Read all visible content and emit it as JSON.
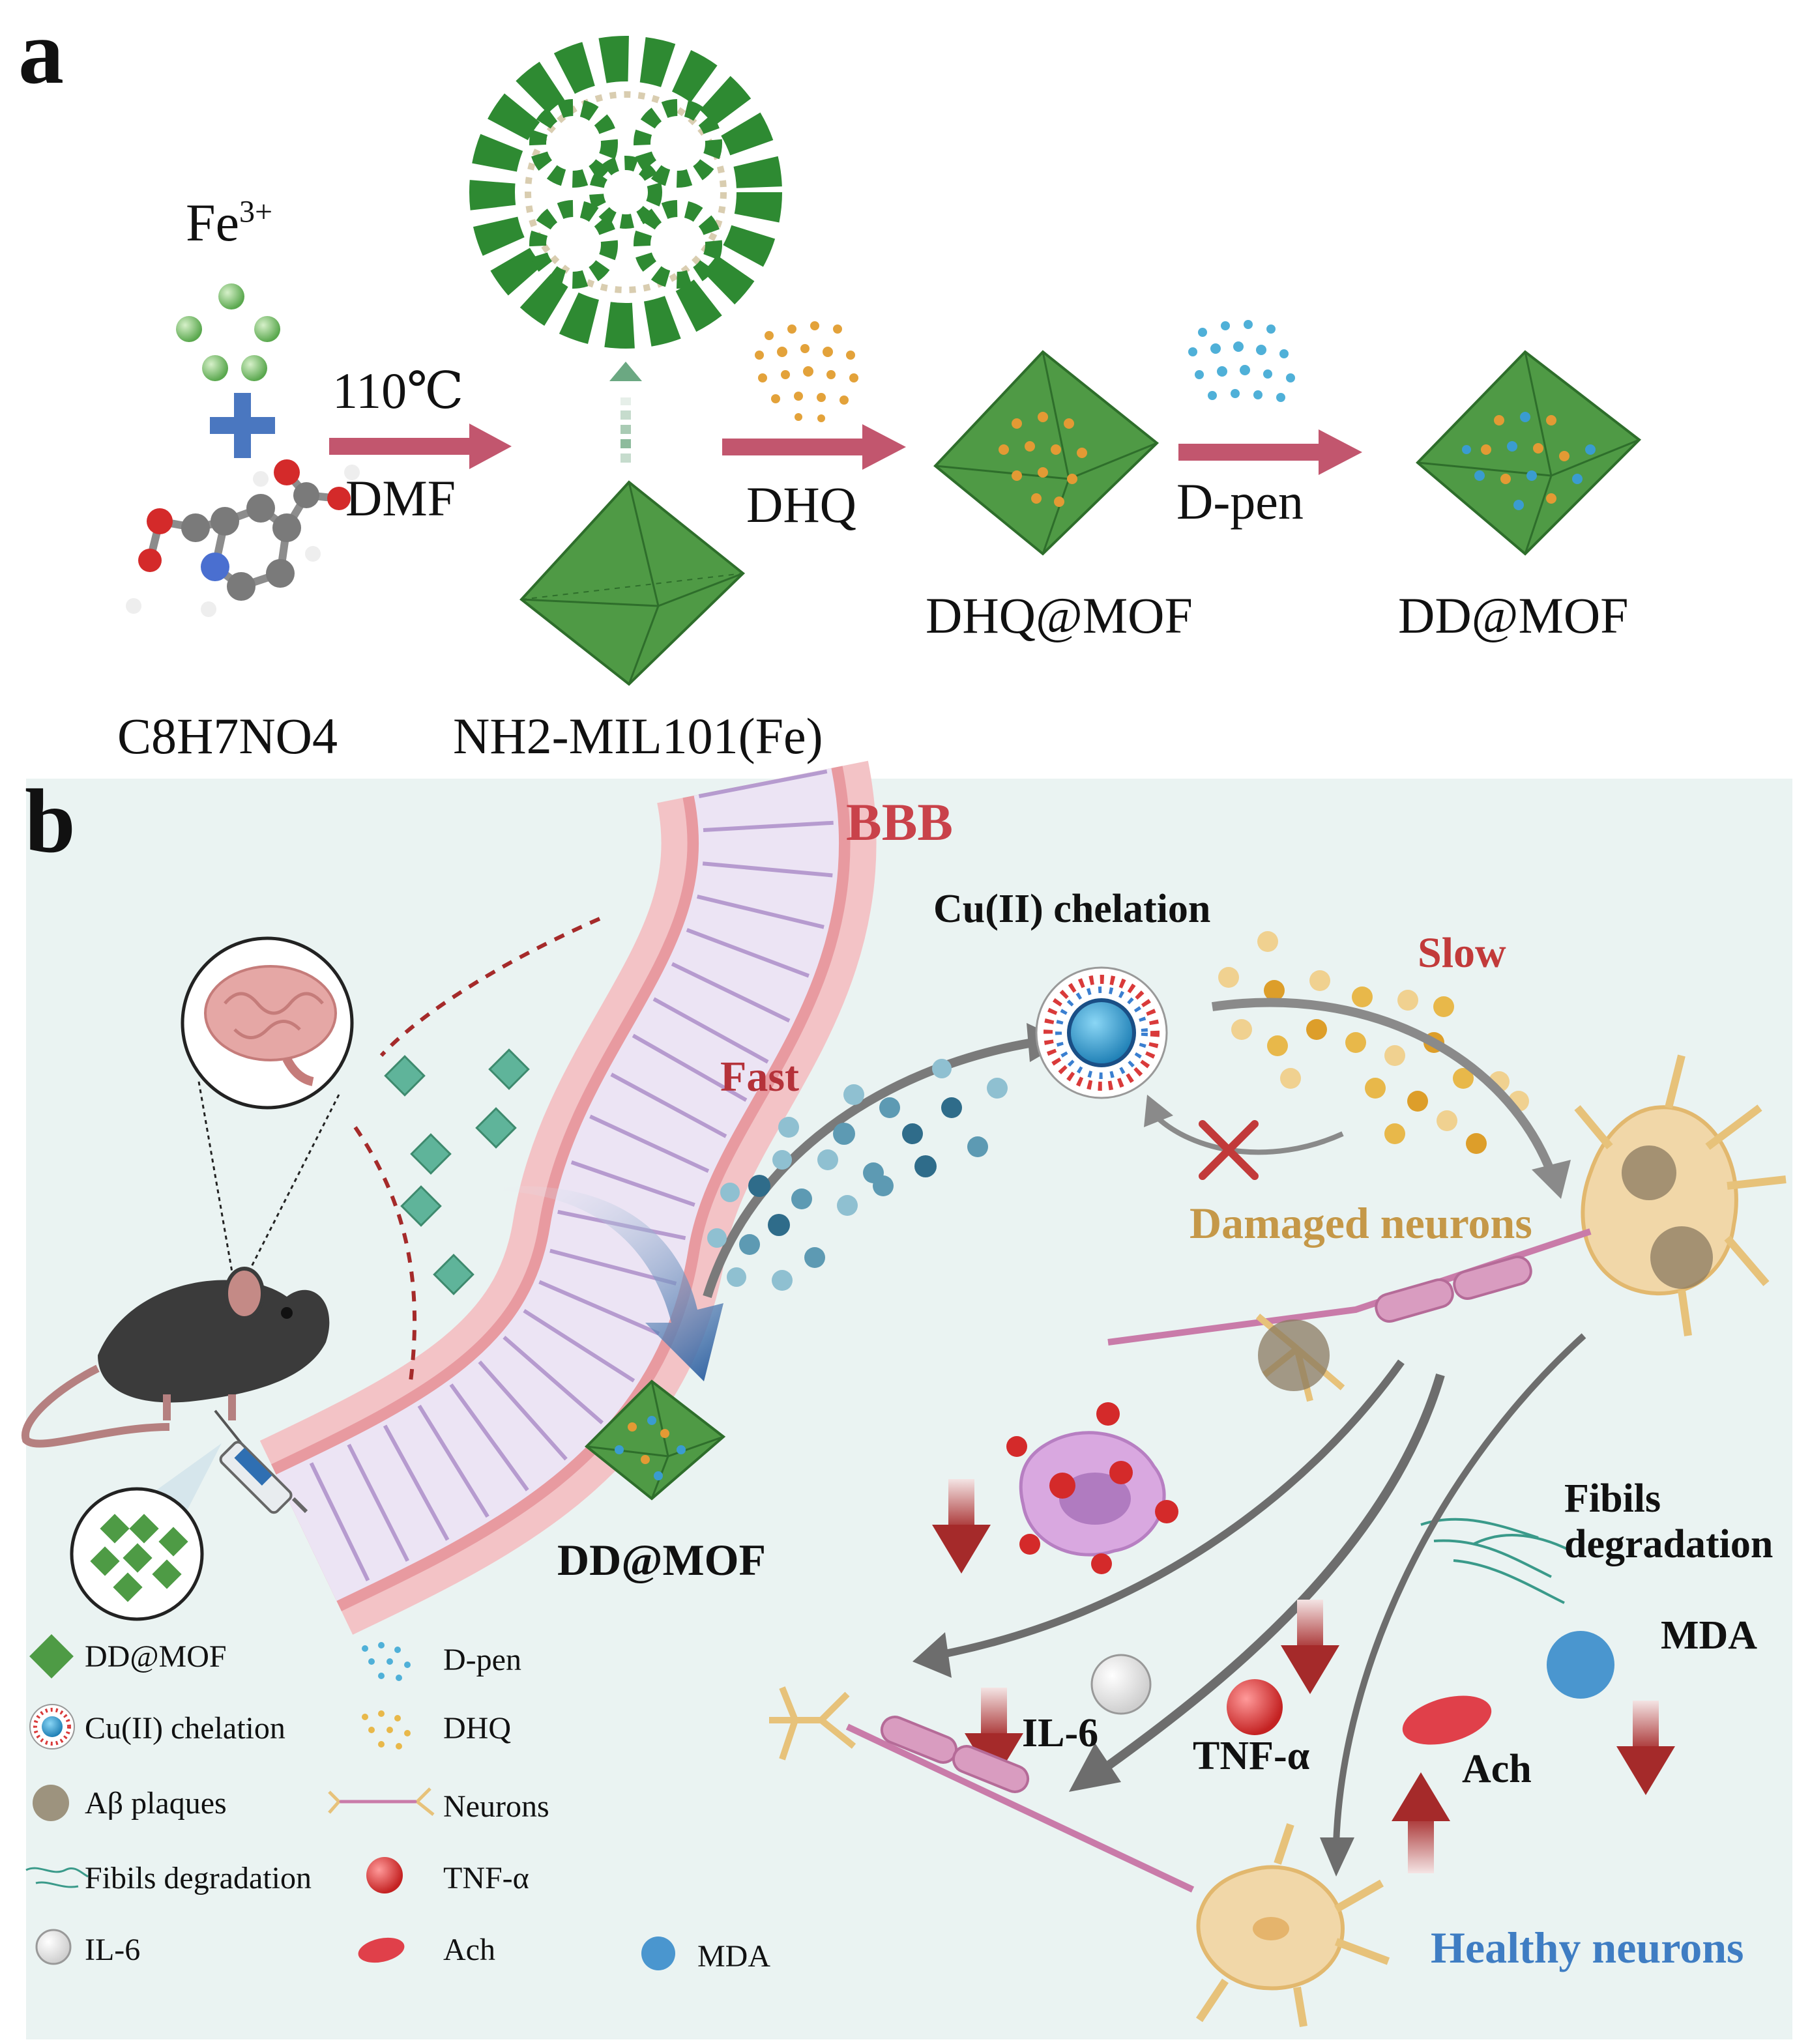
{
  "panel_a": {
    "letter": "a",
    "ion": {
      "base": "Fe",
      "sup": "3+"
    },
    "ligand": "C8H7NO4",
    "step1": {
      "top": "110℃",
      "bottom": "DMF"
    },
    "product1": "NH2-MIL101(Fe)",
    "step2": "DHQ",
    "product2": "DHQ@MOF",
    "step3": "D-pen",
    "product3": "DD@MOF"
  },
  "panel_b": {
    "letter": "b",
    "bbb": "BBB",
    "fast": "Fast",
    "slow": "Slow",
    "chelation": "Cu(II) chelation",
    "damaged": "Damaged neurons",
    "ddmof": "DD@MOF",
    "fibrils_l1": "Fibils",
    "fibrils_l2": "degradation",
    "mda": "MDA",
    "il6": "IL-6",
    "tnf": "TNF-α",
    "ach": "Ach",
    "healthy": "Healthy neurons",
    "colors": {
      "bbb": "#c9424a",
      "fast": "#b5323a",
      "slow": "#c23a3a",
      "damaged": "#c59848",
      "healthy": "#3f7dc3",
      "mof": "#4e9b45"
    }
  },
  "legend": [
    {
      "icon": "mof-diamond-icon",
      "label": "DD@MOF"
    },
    {
      "icon": "blue-dots-icon",
      "label": "D-pen"
    },
    {
      "icon": "chelation-complex-icon",
      "label": "Cu(II) chelation"
    },
    {
      "icon": "orange-dots-icon",
      "label": "DHQ"
    },
    {
      "icon": "plaque-icon",
      "label": "Aβ plaques"
    },
    {
      "icon": "neuron-icon",
      "label": "Neurons"
    },
    {
      "icon": "fibril-icon",
      "label": "Fibils degradation"
    },
    {
      "icon": "red-sphere-icon",
      "label": "TNF-α"
    },
    {
      "icon": "white-sphere-icon",
      "label": "IL-6"
    },
    {
      "icon": "red-ellipse-icon",
      "label": "Ach"
    },
    {
      "icon": "blue-circle-icon",
      "label": "MDA"
    }
  ]
}
